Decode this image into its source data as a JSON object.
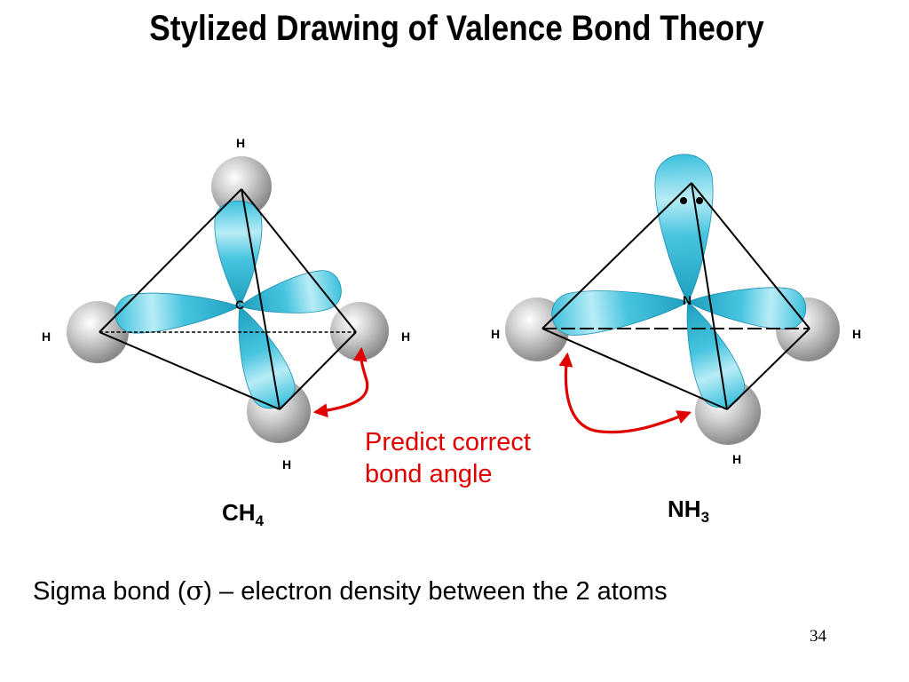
{
  "slide": {
    "title": "Stylized Drawing of Valence Bond Theory",
    "page_number": "34"
  },
  "ch4": {
    "center_label": "C",
    "h_top": "H",
    "h_left": "H",
    "h_right": "H",
    "h_bottom": "H",
    "formula_main": "CH",
    "formula_sub": "4"
  },
  "nh3": {
    "center_label": "N",
    "h_left": "H",
    "h_right": "H",
    "h_bottom": "H",
    "formula_main": "NH",
    "formula_sub": "3"
  },
  "annotation": {
    "line1": "Predict correct",
    "line2": "bond angle",
    "color": "#e00000"
  },
  "caption": {
    "before": "Sigma bond (",
    "symbol": "σ",
    "after": ") – electron density between the 2 atoms"
  },
  "colors": {
    "orbital": "#3cc0dc",
    "hydrogen": "#b4b4b4",
    "outline": "#000000"
  }
}
